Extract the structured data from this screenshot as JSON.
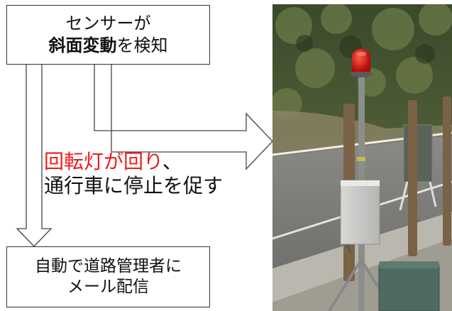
{
  "box_top": {
    "line1": "センサーが",
    "line2_bold": "斜面変動",
    "line2_rest": "を検知"
  },
  "action": {
    "red": "回転灯が回り",
    "comma": "、",
    "line2": "通行車に停止を促す"
  },
  "box_bottom": {
    "line1": "自動で道路管理者に",
    "line2": "メール配信"
  },
  "colors": {
    "accent_red": "#ee1c1c",
    "border": "#333333"
  }
}
